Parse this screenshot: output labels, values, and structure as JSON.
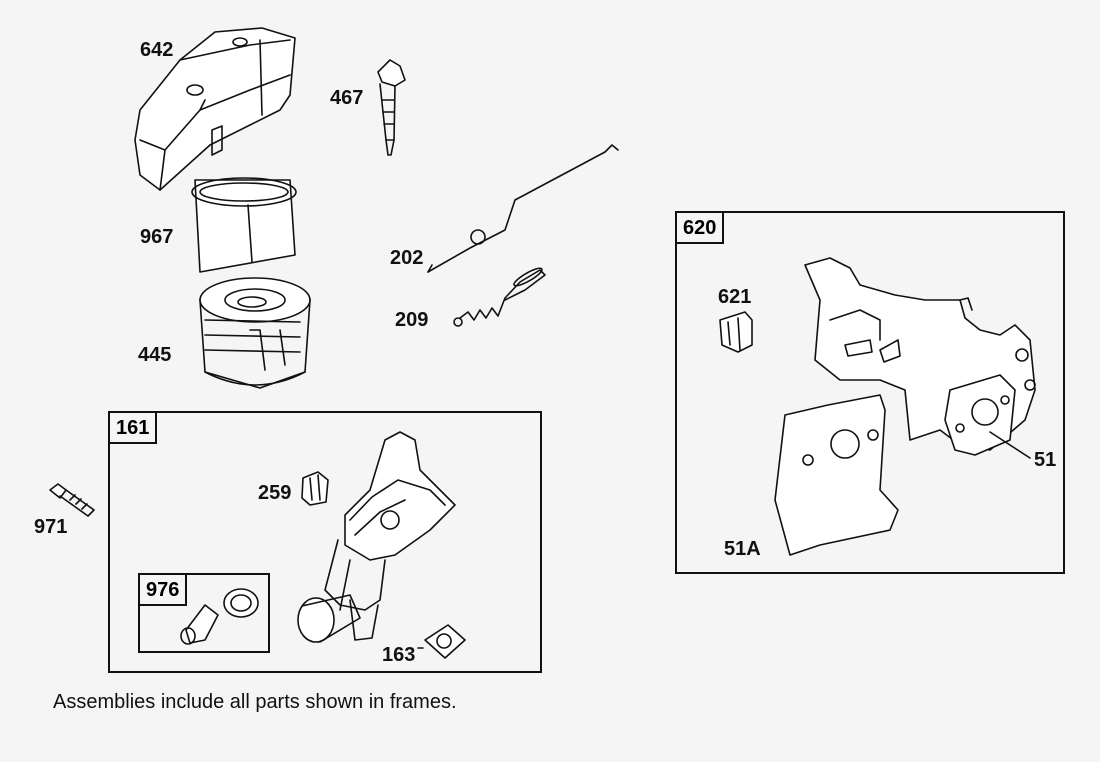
{
  "labels": {
    "p642": "642",
    "p467": "467",
    "p967": "967",
    "p202": "202",
    "p209": "209",
    "p445": "445",
    "p971": "971",
    "p259": "259",
    "p163": "163",
    "p621": "621",
    "p51": "51",
    "p51a": "51A"
  },
  "frames": {
    "f161": "161",
    "f976": "976",
    "f620": "620"
  },
  "note": "Assemblies include all parts shown in frames."
}
